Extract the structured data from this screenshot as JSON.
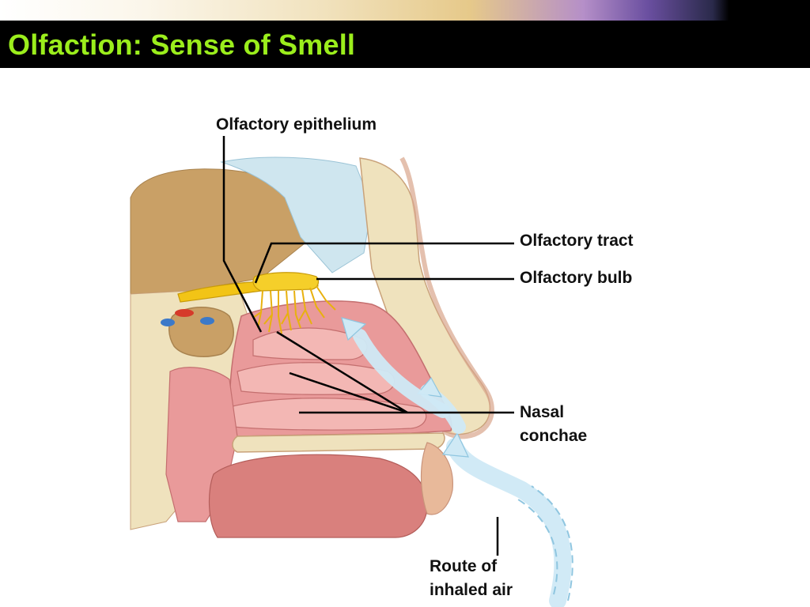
{
  "slide": {
    "title": "Olfaction: Sense of Smell"
  },
  "labels": {
    "epithelium": "Olfactory epithelium",
    "tract": "Olfactory tract",
    "bulb": "Olfactory bulb",
    "conchae_line1": "Nasal",
    "conchae_line2": "conchae",
    "air_line1": "Route of",
    "air_line2": "inhaled air"
  },
  "colors": {
    "title_text": "#9bee1c",
    "title_bar": "#000000",
    "nerve": "#f2c416",
    "airflow": "#cfe9f5",
    "mucosa": "#e99a9a",
    "bone": "#efe2bd"
  }
}
